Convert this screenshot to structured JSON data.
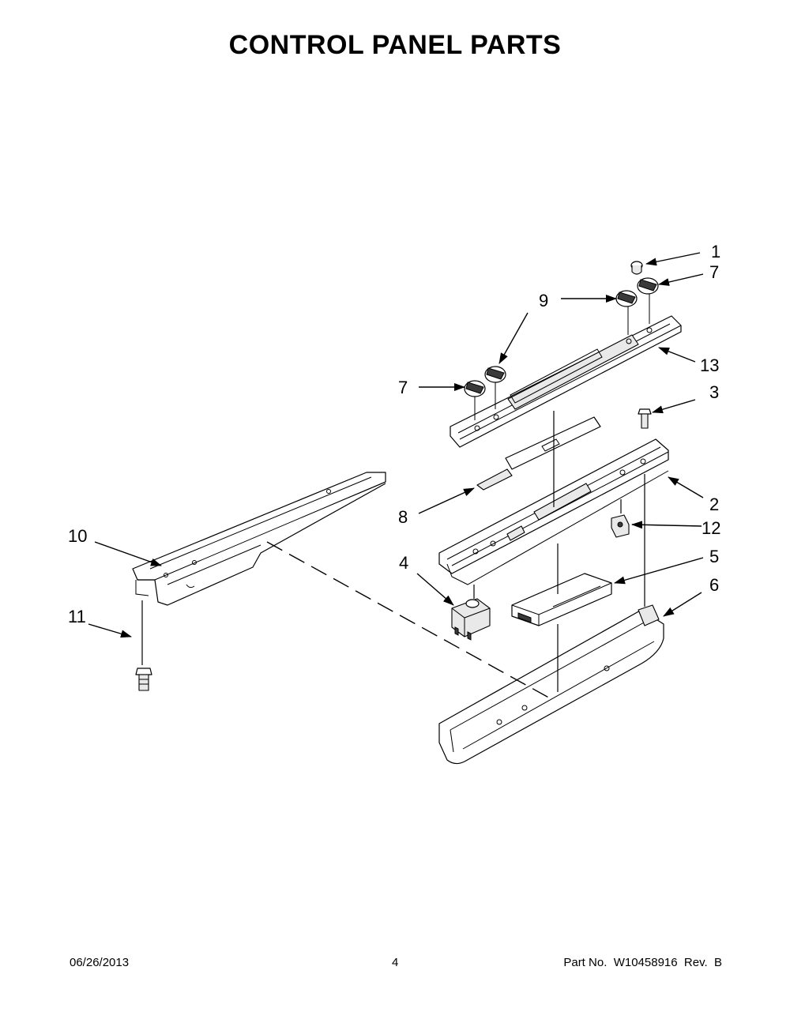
{
  "title": "CONTROL PANEL PARTS",
  "callouts": {
    "c1": "1",
    "c7a": "7",
    "c9a": "9",
    "c13": "13",
    "c7b": "7",
    "c3": "3",
    "c2": "2",
    "c12": "12",
    "c8": "8",
    "c10": "10",
    "c5": "5",
    "c4": "4",
    "c6": "6",
    "c11": "11"
  },
  "footer": {
    "date": "06/26/2013",
    "page": "4",
    "part_number": "Part No.  W10458916  Rev.  B"
  }
}
